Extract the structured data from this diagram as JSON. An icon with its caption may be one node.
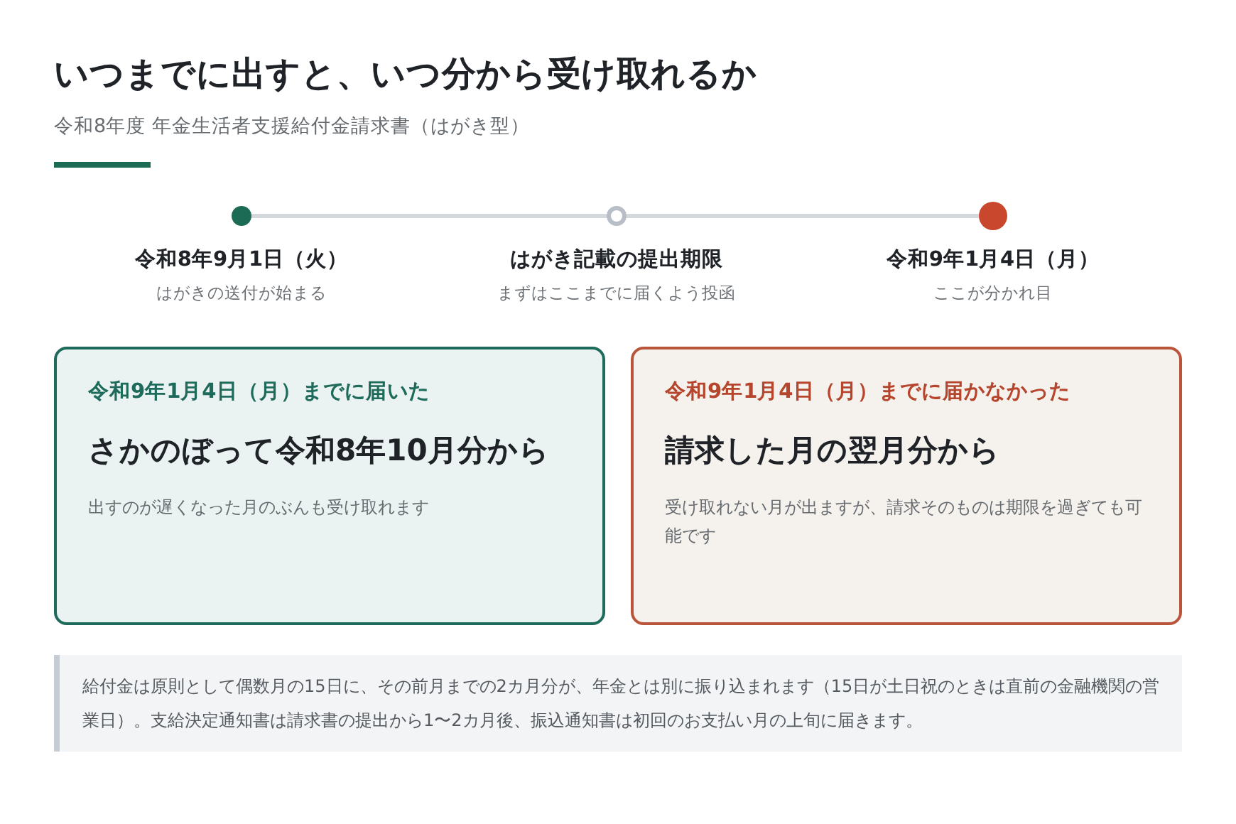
{
  "diagram": {
    "title": "いつまでに出すと、いつ分から受け取れるか",
    "nodes": [
      {
        "text": [
          "令和8年9月1日（火）",
          "はがきの送付が始まる"
        ]
      },
      {
        "text": [
          "はがき記載の提出期限",
          "まずはここまでに届くよう投函"
        ]
      },
      {
        "text": [
          "令和9年1月4日（月）",
          "ここが分かれ目"
        ]
      },
      {
        "text": [
          "令和9年1月4日（月）までに届いた",
          "さかのぼって令和8年10月分から",
          "出すのが遅くなった月のぶんも受け取れます"
        ]
      },
      {
        "text": [
          "令和9年1月4日（月）までに届かなかった",
          "請求した月の翌月分から",
          "受け取れない月が出ますが、請求そのものは期限を過ぎても可能です"
        ]
      },
      {
        "text": [
          "給付金は原則として偶数月の15日に、その前月までの2カ月分が、年金とは別に振り込まれます（15日が土日祝のときは直前の金融機関の営業日）。支給決定通知書は請求書の提出から1〜2カ月後、振込通知書は初回のお支払い月の上旬に届きます。"
        ]
      }
    ],
    "edges": [
      {
        "from": 0,
        "to": 1,
        "arrow": "none"
      },
      {
        "from": 1,
        "to": 2,
        "arrow": "none"
      }
    ],
    "labels": [
      "令和8年度 年金生活者支援給付金請求書（はがき型）"
    ]
  }
}
